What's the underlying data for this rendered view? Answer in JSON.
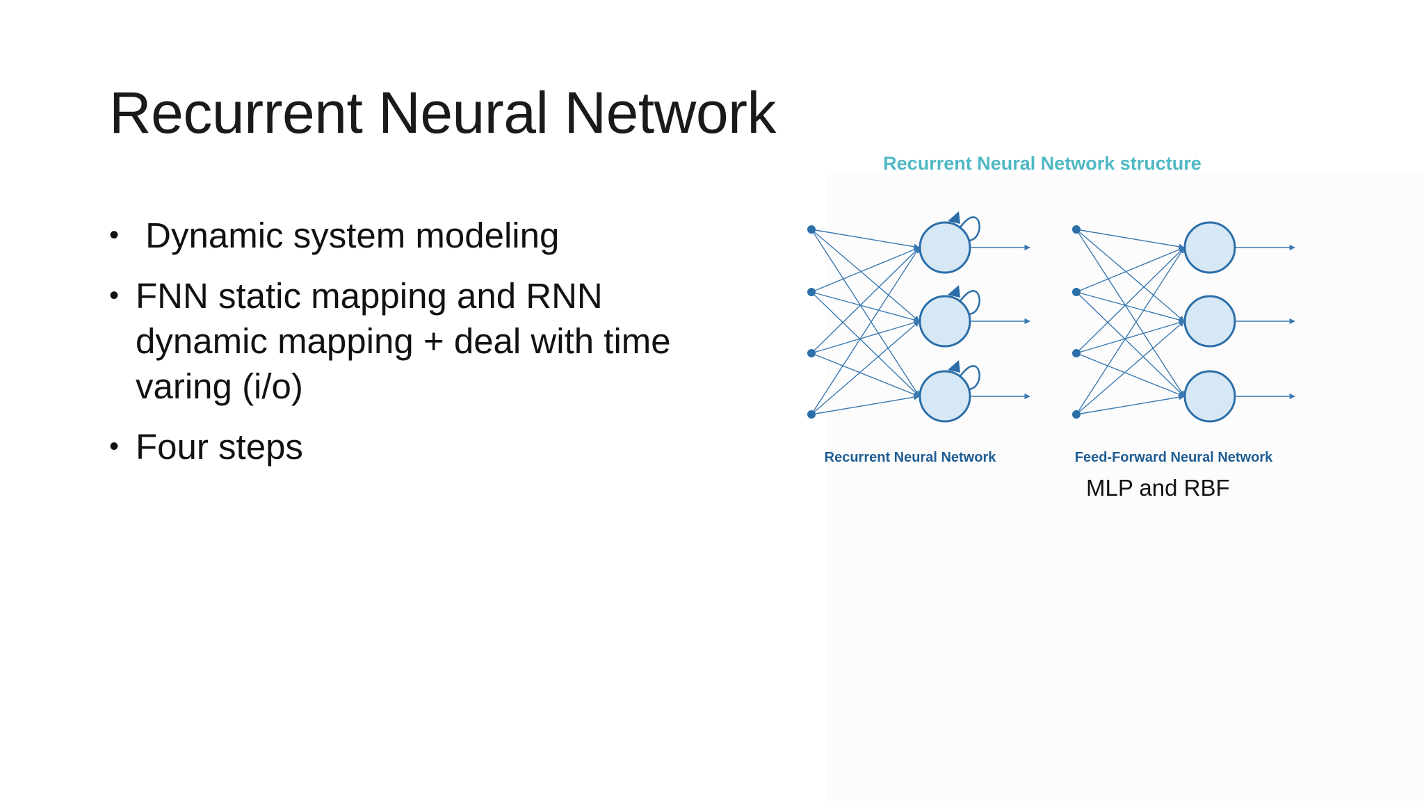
{
  "slide": {
    "title": "Recurrent Neural Network",
    "bullets": [
      " Dynamic system modeling",
      "FNN static mapping and RNN dynamic mapping + deal with time varing (i/o)",
      "Four steps"
    ]
  },
  "figure": {
    "heading": "Recurrent Neural Network structure",
    "left_label": "Recurrent Neural Network",
    "right_label": "Feed-Forward Neural Network",
    "caption": "MLP and RBF"
  },
  "colors": {
    "heading": "#4fb8c4",
    "node_fill": "#d6e8f5",
    "node_stroke": "#2b6ea8",
    "line": "#3a78b0",
    "label": "#1f5d93"
  }
}
